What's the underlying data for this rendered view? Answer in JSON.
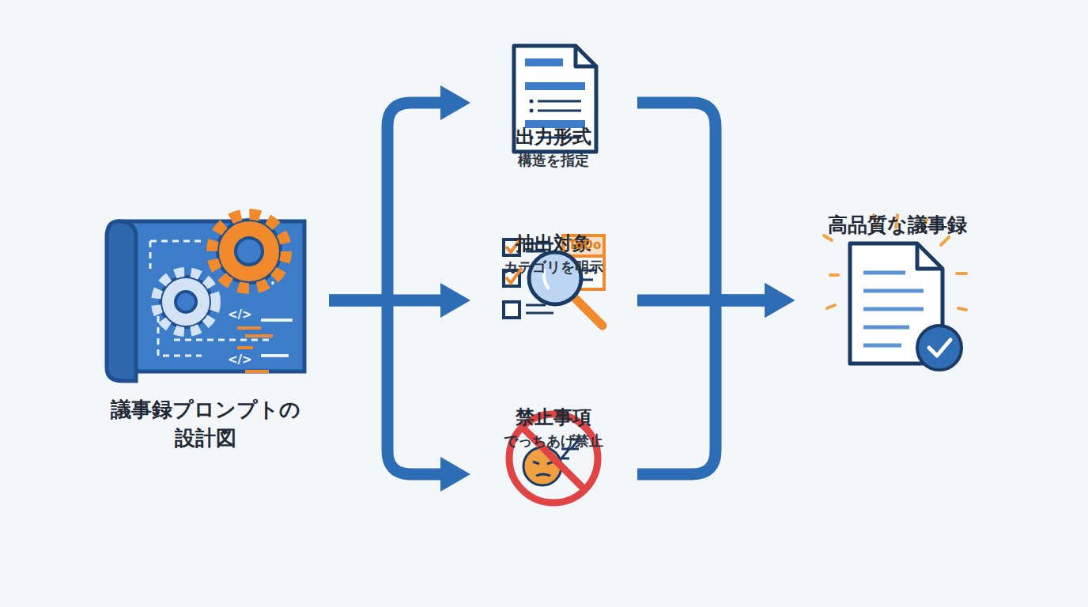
{
  "diagram": {
    "nodes": [
      {
        "text": [
          "議事録プロンプトの 設計図"
        ]
      },
      {
        "text": [
          "出力形式",
          "構造を指定"
        ]
      },
      {
        "text": [
          "抽出対象",
          "カテゴリを明示"
        ]
      },
      {
        "text": [
          "禁止事項",
          "でっちあげ禁止"
        ]
      },
      {
        "text": [
          "高品質な議事録"
        ]
      }
    ],
    "edges": [
      {
        "from": 0,
        "to": 1,
        "arrow": "to"
      },
      {
        "from": 0,
        "to": 2,
        "arrow": "to"
      },
      {
        "from": 0,
        "to": 3,
        "arrow": "to"
      },
      {
        "from": 1,
        "to": 4,
        "arrow": "to"
      },
      {
        "from": 2,
        "to": 4,
        "arrow": "to"
      },
      {
        "from": 3,
        "to": 4,
        "arrow": "to"
      }
    ],
    "labels": [
      "ToDo",
      "</>",
      "</>"
    ]
  }
}
